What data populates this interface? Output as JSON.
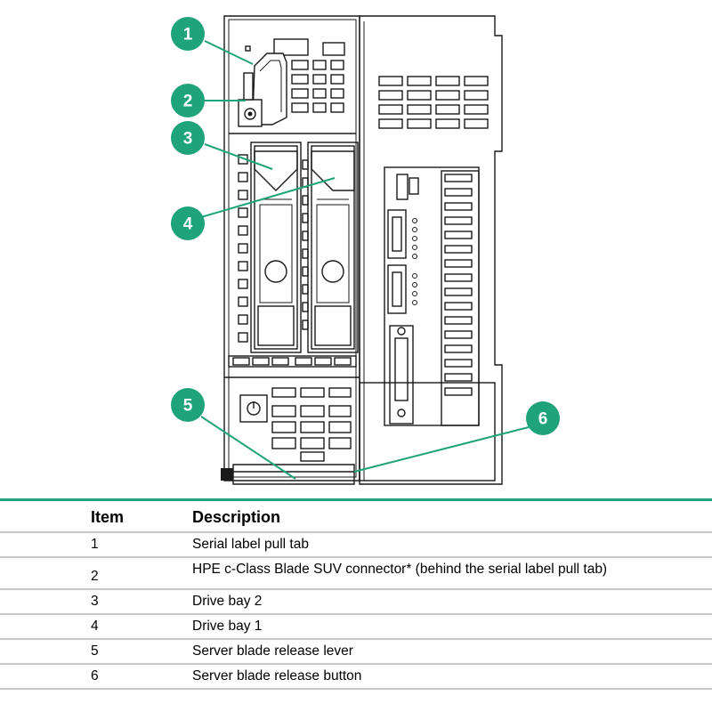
{
  "accent_color": "#1fa37a",
  "callouts": [
    "1",
    "2",
    "3",
    "4",
    "5",
    "6"
  ],
  "legend": {
    "header_item": "Item",
    "header_description": "Description",
    "rows": [
      {
        "item": "1",
        "description": "Serial label pull tab"
      },
      {
        "item": "2",
        "description": "HPE c-Class Blade SUV connector* (behind the serial label pull tab)"
      },
      {
        "item": "3",
        "description": "Drive bay 2"
      },
      {
        "item": "4",
        "description": "Drive bay 1"
      },
      {
        "item": "5",
        "description": "Server blade release lever"
      },
      {
        "item": "6",
        "description": "Server blade release button"
      }
    ]
  }
}
